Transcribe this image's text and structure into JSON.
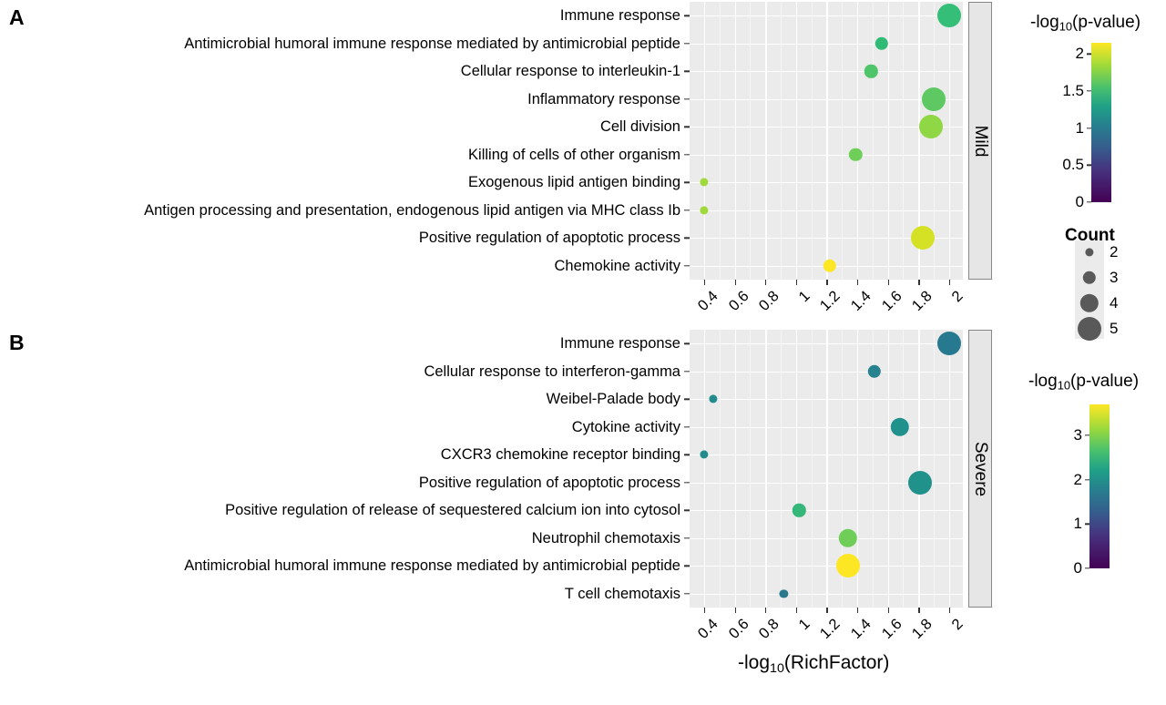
{
  "figure": {
    "panel_letters": [
      "A",
      "B"
    ],
    "x_axis_title_parts": {
      "prefix": "-log",
      "sub": "10",
      "suffix": "(RichFactor)"
    }
  },
  "legends": {
    "color": {
      "title_prefix": "-log",
      "title_sub": "10",
      "title_suffix": "(p-value)",
      "panelA_ticks": [
        "2",
        "1.5",
        "1",
        "0.5",
        "0"
      ],
      "panelB_ticks": [
        "3",
        "2",
        "1",
        "0"
      ],
      "colormap": "viridis",
      "colormap_stops": [
        "#440154",
        "#46327e",
        "#365c8d",
        "#277f8e",
        "#1fa187",
        "#4ac16d",
        "#a0da39",
        "#fde725"
      ]
    },
    "size": {
      "title": "Count",
      "values": [
        "2",
        "3",
        "4",
        "5"
      ],
      "color": "#595959"
    }
  },
  "chart_data": [
    {
      "type": "scatter",
      "panel": "A",
      "facet_label": "Mild",
      "title": "",
      "xlabel": "-log10(RichFactor)",
      "ylabel": "",
      "xlim": [
        0.3,
        2.1
      ],
      "xticks": [
        "0.4",
        "0.6",
        "0.8",
        "1",
        "1.2",
        "1.4",
        "1.6",
        "1.8",
        "2"
      ],
      "xtick_values": [
        0.4,
        0.6,
        0.8,
        1.0,
        1.2,
        1.4,
        1.6,
        1.8,
        2.0
      ],
      "grid": true,
      "legend_position": "right",
      "color_scale": {
        "label": "-log10(p-value)",
        "min": 0,
        "max": 2.15
      },
      "size_scale": {
        "label": "Count",
        "values": [
          2,
          3,
          4,
          5
        ]
      },
      "categories": [
        "Immune response",
        "Antimicrobial humoral immune response mediated by antimicrobial peptide",
        "Cellular response to interleukin-1",
        "Inflammatory response",
        "Cell division",
        "Killing of cells of other organism",
        "Exogenous lipid antigen binding",
        "Antigen processing and presentation, endogenous lipid antigen via MHC class Ib",
        "Positive regulation of apoptotic process",
        "Chemokine activity"
      ],
      "points": [
        {
          "category": "Immune response",
          "x": 2.0,
          "pvalue": 1.6,
          "count": 5,
          "color": "#34be78"
        },
        {
          "category": "Antimicrobial humoral immune response mediated by antimicrobial peptide",
          "x": 1.56,
          "pvalue": 1.58,
          "count": 3,
          "color": "#2fbb76"
        },
        {
          "category": "Cellular response to interleukin-1",
          "x": 1.49,
          "pvalue": 1.47,
          "count": 3,
          "color": "#4fc56a"
        },
        {
          "category": "Inflammatory response",
          "x": 1.9,
          "pvalue": 1.42,
          "count": 5,
          "color": "#5ec962"
        },
        {
          "category": "Cell division",
          "x": 1.88,
          "pvalue": 1.3,
          "count": 5,
          "color": "#8fd744"
        },
        {
          "category": "Killing of cells of other organism",
          "x": 1.39,
          "pvalue": 1.35,
          "count": 3,
          "color": "#6ece58"
        },
        {
          "category": "Exogenous lipid antigen binding",
          "x": 0.4,
          "pvalue": 1.28,
          "count": 2,
          "color": "#9fda3a"
        },
        {
          "category": "Antigen processing and presentation, endogenous lipid antigen via MHC class Ib",
          "x": 0.4,
          "pvalue": 1.28,
          "count": 2,
          "color": "#9fda3a"
        },
        {
          "category": "Positive regulation of apoptotic process",
          "x": 1.83,
          "pvalue": 1.95,
          "count": 5,
          "color": "#d4e124"
        },
        {
          "category": "Chemokine activity",
          "x": 1.22,
          "pvalue": 2.1,
          "count": 3,
          "color": "#fde725"
        }
      ]
    },
    {
      "type": "scatter",
      "panel": "B",
      "facet_label": "Severe",
      "title": "",
      "xlabel": "-log10(RichFactor)",
      "ylabel": "",
      "xlim": [
        0.3,
        2.1
      ],
      "xticks": [
        "0.4",
        "0.6",
        "0.8",
        "1",
        "1.2",
        "1.4",
        "1.6",
        "1.8",
        "2"
      ],
      "xtick_values": [
        0.4,
        0.6,
        0.8,
        1.0,
        1.2,
        1.4,
        1.6,
        1.8,
        2.0
      ],
      "grid": true,
      "legend_position": "right",
      "color_scale": {
        "label": "-log10(p-value)",
        "min": 0,
        "max": 3.7
      },
      "size_scale": {
        "label": "Count",
        "values": [
          2,
          3,
          4,
          5
        ]
      },
      "categories": [
        "Immune response",
        "Cellular response to interferon-gamma",
        "Weibel-Palade body",
        "Cytokine activity",
        "CXCR3 chemokine receptor binding",
        "Positive regulation of apoptotic process",
        "Positive regulation of release of sequestered calcium ion into cytosol",
        "Neutrophil chemotaxis",
        "Antimicrobial humoral immune response mediated by antimicrobial peptide",
        "T cell chemotaxis"
      ],
      "points": [
        {
          "category": "Immune response",
          "x": 2.0,
          "pvalue": 1.5,
          "count": 5,
          "color": "#26798e"
        },
        {
          "category": "Cellular response to interferon-gamma",
          "x": 1.51,
          "pvalue": 1.52,
          "count": 3,
          "color": "#26828e"
        },
        {
          "category": "Weibel-Palade body",
          "x": 0.46,
          "pvalue": 1.8,
          "count": 2,
          "color": "#228b8d"
        },
        {
          "category": "Cytokine activity",
          "x": 1.68,
          "pvalue": 1.85,
          "count": 4,
          "color": "#21918c"
        },
        {
          "category": "CXCR3 chemokine receptor binding",
          "x": 0.4,
          "pvalue": 1.82,
          "count": 2,
          "color": "#228c8d"
        },
        {
          "category": "Positive regulation of apoptotic process",
          "x": 1.81,
          "pvalue": 1.88,
          "count": 5,
          "color": "#21918c"
        },
        {
          "category": "Positive regulation of release of sequestered calcium ion into cytosol",
          "x": 1.02,
          "pvalue": 2.35,
          "count": 3,
          "color": "#35b779"
        },
        {
          "category": "Neutrophil chemotaxis",
          "x": 1.34,
          "pvalue": 2.95,
          "count": 4,
          "color": "#6ece58"
        },
        {
          "category": "Antimicrobial humoral immune response mediated by antimicrobial peptide",
          "x": 1.34,
          "pvalue": 3.7,
          "count": 5,
          "color": "#fde725"
        },
        {
          "category": "T cell chemotaxis",
          "x": 0.92,
          "pvalue": 1.35,
          "count": 2,
          "color": "#2a788e"
        }
      ]
    }
  ]
}
